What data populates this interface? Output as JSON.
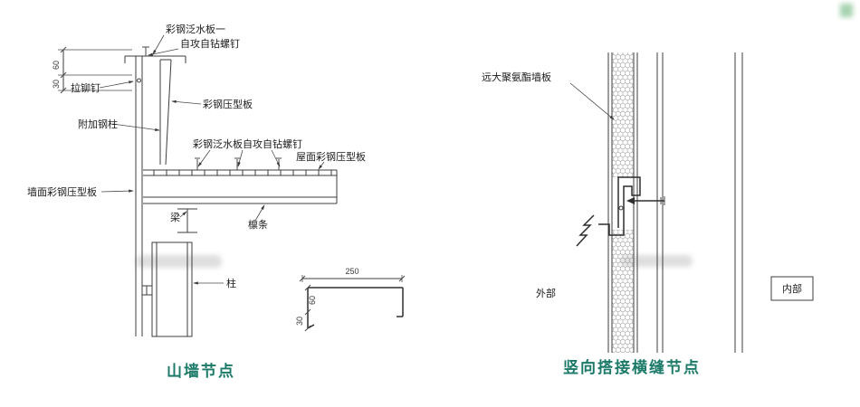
{
  "colors": {
    "caption": "#1c7a68",
    "line": "#3c3c3c",
    "label": "#1c1c1c"
  },
  "left_diagram": {
    "caption": "山墙节点",
    "labels": {
      "flashing_top": "彩钢泛水板一",
      "screw_top": "自攻自钻螺钉",
      "rivet": "拉铆钉",
      "profiled_sheet": "彩钢压型板",
      "added_steel_column": "附加钢柱",
      "roof_flashing_screw": "彩钢泛水板自攻自钻螺钉",
      "roof_sheet": "屋面彩钢压型板",
      "wall_sheet": "墙面彩钢压型板",
      "beam": "梁",
      "purlin": "檩条",
      "column": "柱"
    },
    "dimensions": {
      "wall_top_height": "60",
      "wall_top_offset": "30",
      "flashing_width": "250",
      "flashing_drop": "60",
      "flashing_hook": "30"
    }
  },
  "right_diagram": {
    "caption": "竖向搭接横缝节点",
    "labels": {
      "panel": "远大聚氨酯墙板",
      "exterior": "外部",
      "interior": "内部"
    }
  }
}
